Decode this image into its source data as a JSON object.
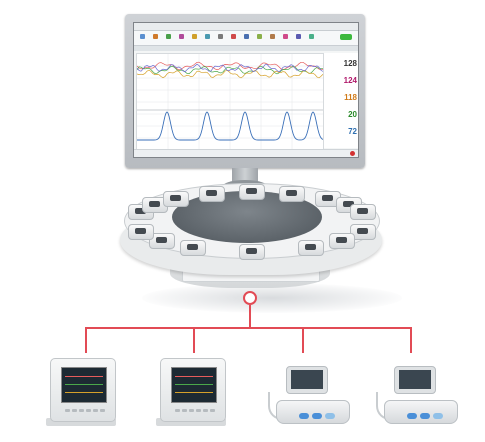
{
  "central_station": {
    "vitals": [
      {
        "value": "128",
        "color": "#333333"
      },
      {
        "value": "124",
        "color": "#b0186a"
      },
      {
        "value": "118",
        "color": "#d07a18"
      },
      {
        "value": "20",
        "color": "#2a8a2a"
      },
      {
        "value": "72",
        "color": "#2e6fb0"
      }
    ],
    "toolbar_icon_colors": [
      "#5a8fd0",
      "#d07a2a",
      "#4aa04a",
      "#b04a9a",
      "#d0a02a",
      "#4a9ab0",
      "#7a7a7a",
      "#d04a4a",
      "#4a70b0",
      "#8ab04a",
      "#b07a4a",
      "#d04a8a",
      "#5a5ab0",
      "#4ab08a"
    ],
    "trace_colors": {
      "fhr": [
        "#e65c5c",
        "#4aa84a",
        "#d6a12a",
        "#6a6ad0"
      ],
      "toco": "#3a6fb8"
    },
    "status_badge_color": "#3db83d",
    "alarm_color": "#d23232"
  },
  "network": {
    "line_color": "#e24b55"
  },
  "bedside_devices": [
    {
      "type": "fetal-monitor"
    },
    {
      "type": "fetal-monitor"
    },
    {
      "type": "compact-monitor"
    },
    {
      "type": "compact-monitor"
    }
  ]
}
